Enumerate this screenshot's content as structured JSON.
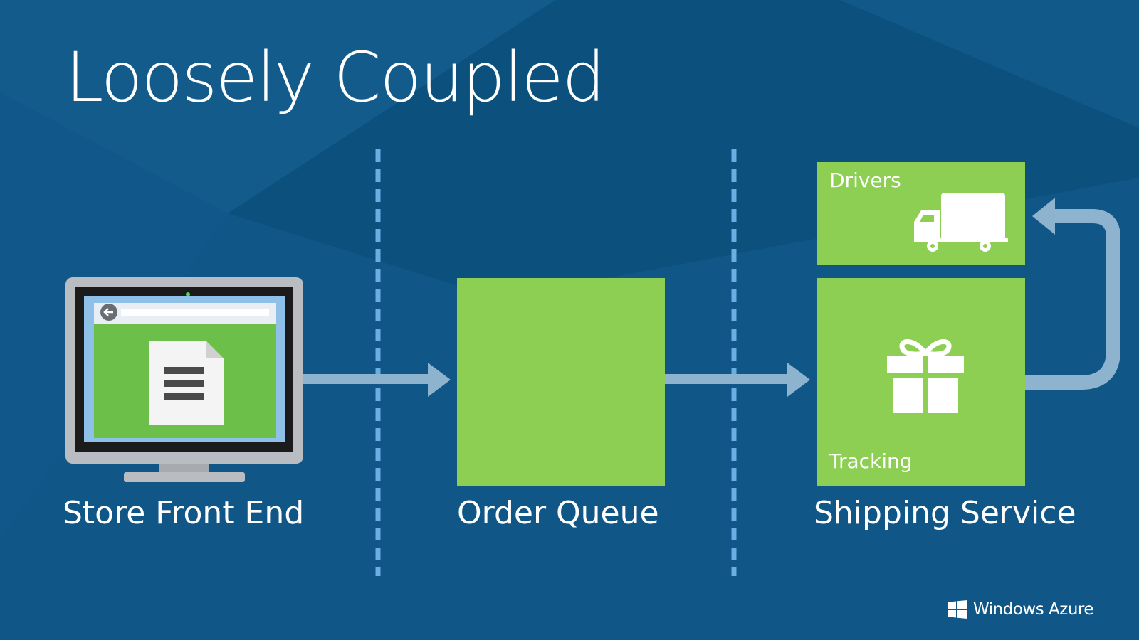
{
  "slide": {
    "title": "Loosely Coupled"
  },
  "components": [
    {
      "id": "store-front-end",
      "label": "Store Front End"
    },
    {
      "id": "order-queue",
      "label": "Order Queue"
    },
    {
      "id": "shipping-service",
      "label": "Shipping Service"
    }
  ],
  "tiles": {
    "drivers": {
      "label": "Drivers",
      "icon": "truck-icon"
    },
    "tracking": {
      "label": "Tracking",
      "icon": "gift-icon"
    }
  },
  "icons": {
    "monitor": "monitor-icon",
    "back": "back-arrow-icon",
    "document": "document-icon",
    "brand": "windows-logo-icon"
  },
  "brand": {
    "name": "Windows Azure"
  },
  "colors": {
    "background": "#0f5585",
    "tile_green": "#8ccf52",
    "arrow": "#8db3cf",
    "divider": "#6aaee4",
    "text": "#ffffff"
  }
}
